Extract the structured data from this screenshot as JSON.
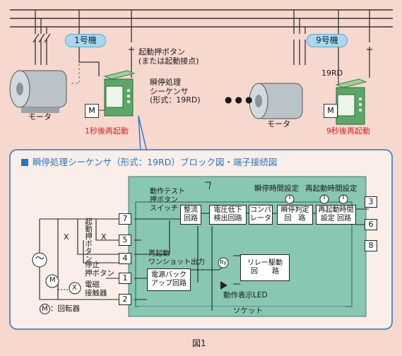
{
  "units": [
    {
      "badge": "1号機",
      "motor_label": "モータ",
      "restart_label": "1秒後再起動"
    },
    {
      "badge": "9号機",
      "motor_label": "モータ",
      "restart_label": "9秒後再起動"
    }
  ],
  "start_button_label": "起動押ボタン\n(または起動接点)",
  "sequencer_label": "瞬停処理\nシーケンサ\n(形式：19RD)",
  "model_tag": "19RD",
  "ellipsis": "●●●",
  "rotator_glyph": "M",
  "block_diagram": {
    "title": "瞬停処理シーケンサ（形式：19RD）ブロック図・端子接続図",
    "terminals": {
      "left": [
        "7",
        "5",
        "4",
        "1",
        "2"
      ],
      "right": [
        "3",
        "6",
        "8"
      ]
    },
    "blocks": [
      "整流\n回路",
      "電圧低下\n検出回路",
      "コンパ\nレータ",
      "瞬停判定\n回　路",
      "再起動時間\n設定 回路",
      "電源バック\nアップ回路",
      "リレー駆動\n回　　路"
    ],
    "labels": {
      "test_switch": "動作テスト\n押ボタン\nスイッチ",
      "outage_time": "瞬停時間設定",
      "restart_time": "再起動時間設定",
      "oneshot": "再起動\nワンショット出力",
      "led": "動作表示LED",
      "socket": "ソケット",
      "ry": "Ry",
      "start_button_v": "起動押ボタン",
      "stop_button": "停止\n押ボタン",
      "contactor": "電磁\n接触器",
      "rotator_legend": "：回転器",
      "x": "X",
      "ac": "～"
    }
  },
  "figure_caption": "図1",
  "colors": {
    "background": "#f6d8cf",
    "panel": "#88c7b3",
    "accent_blue": "#1f77c8",
    "restart_red": "#e02020"
  }
}
